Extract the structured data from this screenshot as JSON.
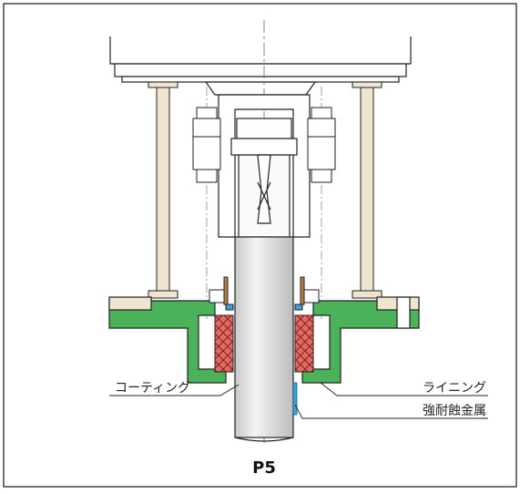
{
  "labels": {
    "coating": "コーティング",
    "lining": "ライニング",
    "alloy": "強耐蝕金属",
    "model": "P5"
  },
  "colors": {
    "frame": "#444444",
    "outline": "#222222",
    "flange_green": "#4cb25a",
    "packing_red": "#d9534f",
    "beige": "#efe4cf",
    "shaft_grey": "#d4d4d4",
    "blue_accent": "#3aa0e0"
  }
}
